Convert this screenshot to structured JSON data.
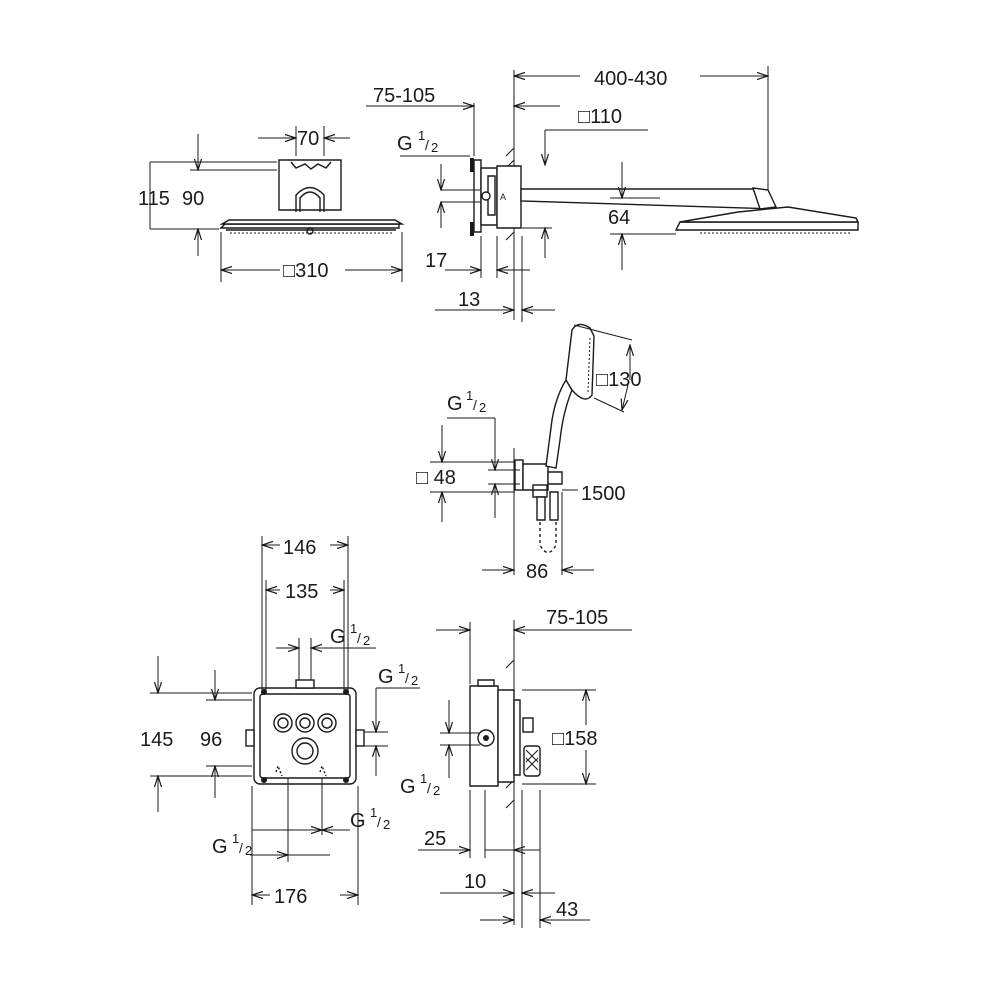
{
  "head_shower_front": {
    "width_label": "70",
    "height_outer_label": "115",
    "height_inner_label": "90",
    "plate_label": "□310"
  },
  "head_shower_side": {
    "projection_label": "75-105",
    "thread_g": "G",
    "thread_num": "1",
    "thread_den": "2",
    "box_label": "□110",
    "depth_label": "17",
    "wall_label": "13",
    "arm_label": "400-430",
    "drop_label": "64"
  },
  "hand_shower": {
    "head_label": "□130",
    "thread_g": "G",
    "thread_num": "1",
    "thread_den": "2",
    "bracket_label": "□ 48",
    "hose_label": "1500",
    "spacing_label": "86"
  },
  "thermostat_front": {
    "width_outer_label": "146",
    "width_inner_label": "135",
    "thread_top_g": "G",
    "thread_top_num": "1",
    "thread_top_den": "2",
    "thread_right_g": "G",
    "thread_right_num": "1",
    "thread_right_den": "2",
    "height_outer_label": "145",
    "height_inner_label": "96",
    "thread_bl_g": "G",
    "thread_bl_num": "1",
    "thread_bl_den": "2",
    "thread_br_g": "G",
    "thread_br_num": "1",
    "thread_br_den": "2",
    "bottom_width_label": "176"
  },
  "thermostat_side": {
    "projection_label": "75-105",
    "box_label": "□158",
    "thread_g": "G",
    "thread_num": "1",
    "thread_den": "2",
    "depth_label": "25",
    "wall_label": "10",
    "trim_label": "43"
  }
}
